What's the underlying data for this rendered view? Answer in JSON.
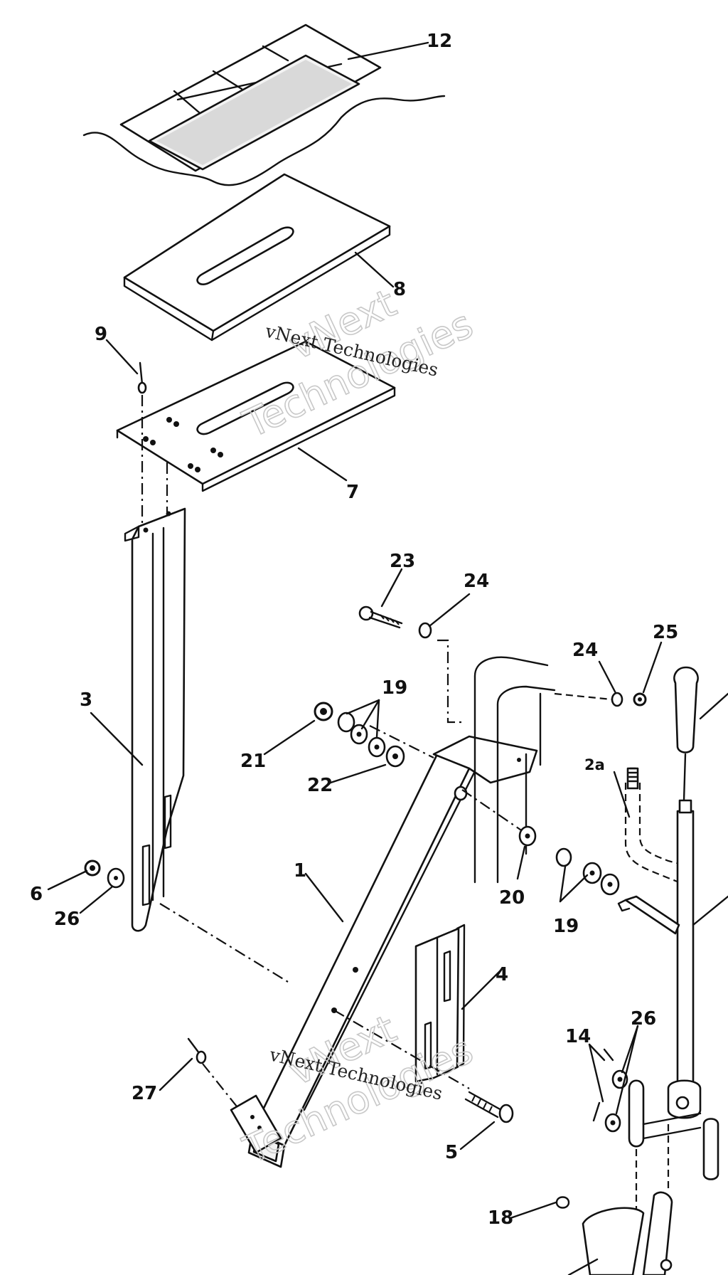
{
  "diagram": {
    "callouts": {
      "p12": "12",
      "p8": "8",
      "p9": "9",
      "p7": "7",
      "p23": "23",
      "p24a": "24",
      "p24b": "24",
      "p25": "25",
      "p19a": "19",
      "p3": "3",
      "p21": "21",
      "p22": "22",
      "p2a": "2a",
      "p20": "20",
      "p19b": "19",
      "p6": "6",
      "p26a": "26",
      "p1": "1",
      "p4": "4",
      "p14": "14",
      "p26b": "26",
      "p27": "27",
      "p5": "5",
      "p18": "18"
    },
    "watermarks": {
      "small_upper": "vNext Technologies",
      "small_lower": "vNext Technologies",
      "big_upper_line1": "vNext",
      "big_upper_line2": "Technologies",
      "big_lower_line1": "vNext",
      "big_lower_line2": "Technologies"
    }
  }
}
